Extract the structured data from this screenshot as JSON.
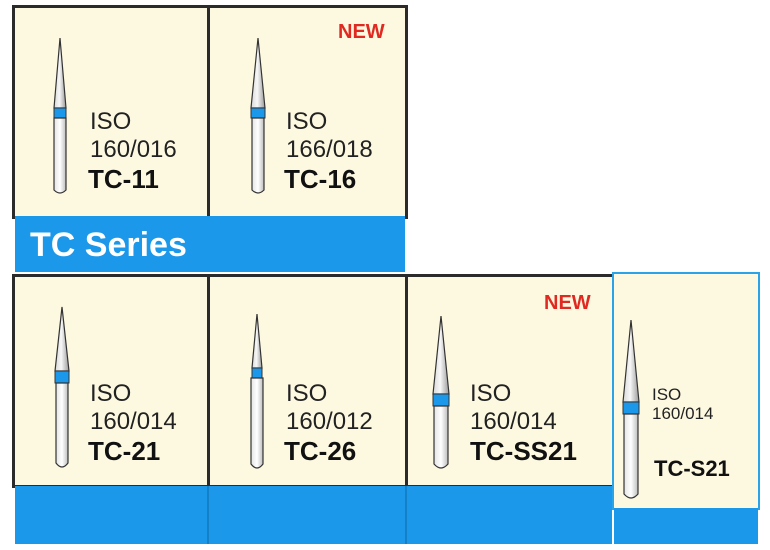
{
  "series_title": "TC Series",
  "new_badge": "NEW",
  "products": [
    {
      "iso_label": "ISO",
      "size": "160/016",
      "code": "TC-11"
    },
    {
      "iso_label": "ISO",
      "size": "166/018",
      "code": "TC-16"
    },
    {
      "iso_label": "ISO",
      "size": "160/014",
      "code": "TC-21"
    },
    {
      "iso_label": "ISO",
      "size": "160/012",
      "code": "TC-26"
    },
    {
      "iso_label": "ISO",
      "size": "160/014",
      "code": "TC-SS21"
    },
    {
      "iso_label": "ISO",
      "size": "160/014",
      "code": "TC-S21"
    }
  ],
  "colors": {
    "card_background": "#fdf9e1",
    "band_blue": "#1b98ea",
    "badge_red": "#e02a21",
    "band_text": "#ffffff",
    "bur_ring": "#1b98ea"
  },
  "icons": [
    "dental-bur-icon"
  ]
}
